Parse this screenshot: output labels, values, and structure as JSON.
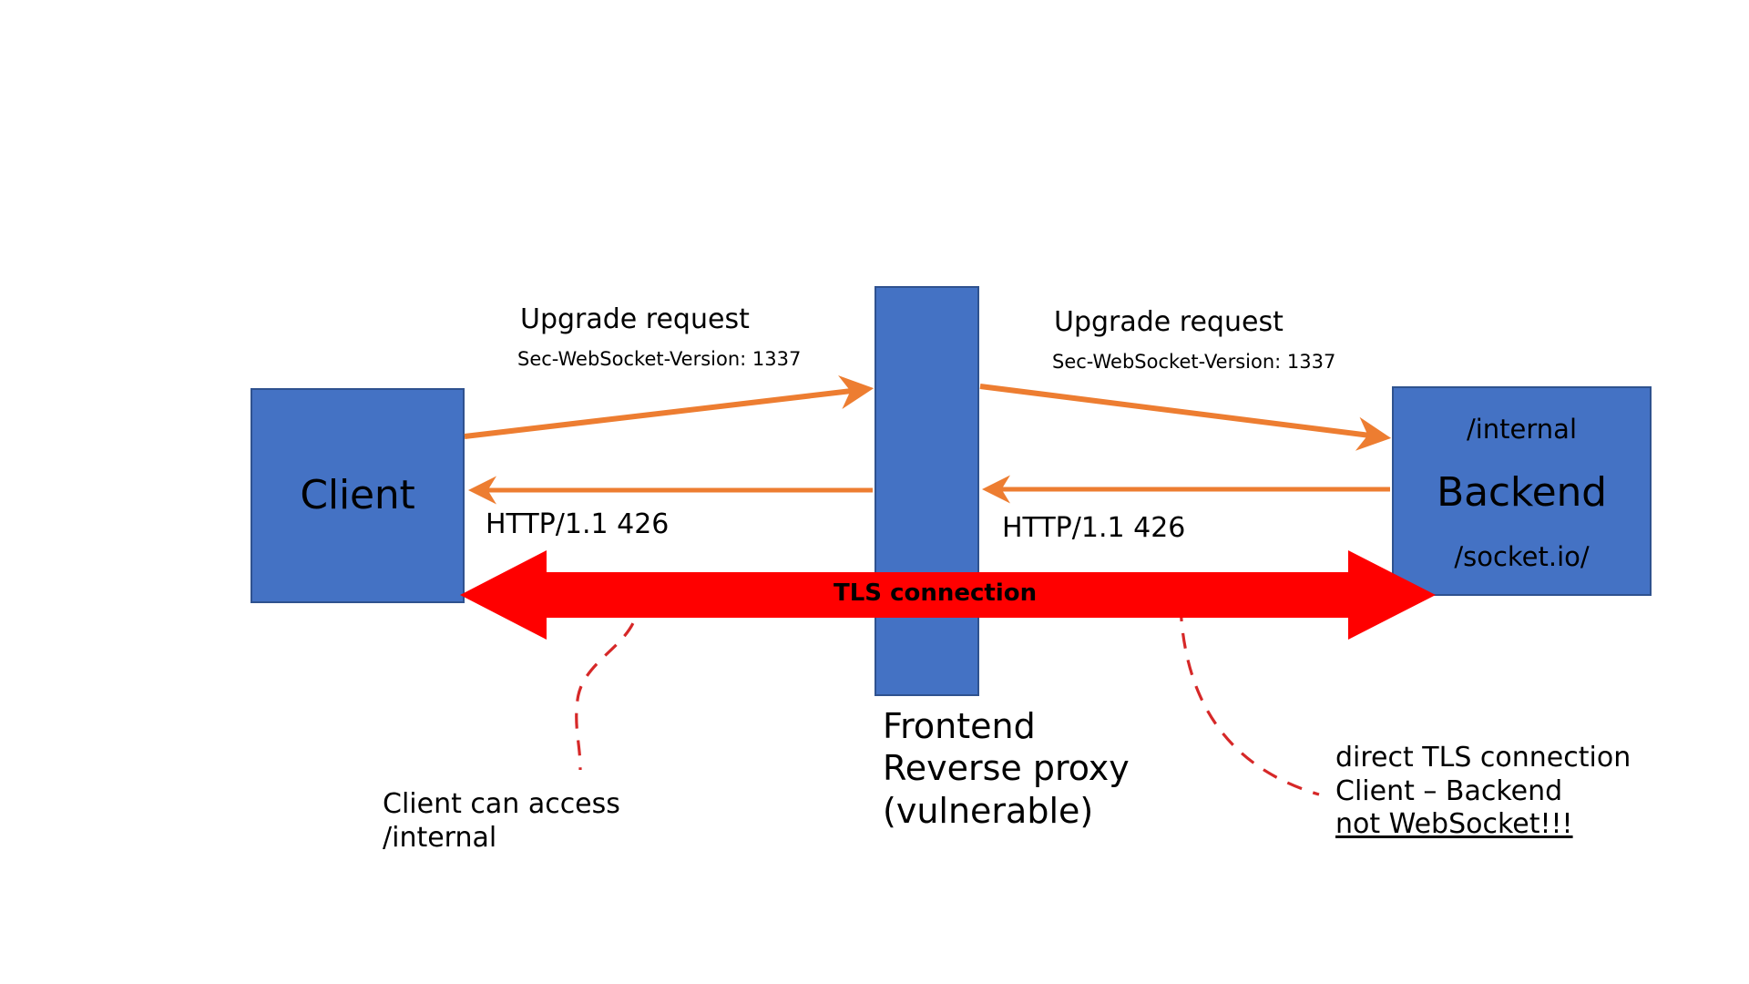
{
  "diagram": {
    "title": "WebSocket reverse proxy bypass data flow",
    "colors": {
      "node_fill": "#4472C4",
      "node_stroke": "#2F528F",
      "request_arrow": "#ED7D31",
      "tls_arrow": "#FF0000",
      "annotation_line": "#D62828",
      "text": "#000000",
      "background": "#FFFFFF"
    }
  },
  "nodes": {
    "client": {
      "title": "Client"
    },
    "frontend": {
      "caption": "Frontend\nReverse proxy\n(vulnerable)"
    },
    "backend": {
      "path_top": "/internal",
      "title": "Backend",
      "path_bottom": "/socket.io/"
    }
  },
  "flows": {
    "upgrade_left": {
      "title": "Upgrade request",
      "header": "Sec-WebSocket-Version: 1337"
    },
    "upgrade_right": {
      "title": "Upgrade request",
      "header": "Sec-WebSocket-Version: 1337"
    },
    "response_left": {
      "status": "HTTP/1.1 426"
    },
    "response_right": {
      "status": "HTTP/1.1 426"
    },
    "tls": {
      "label": "TLS connection"
    }
  },
  "annotations": {
    "client_note": "Client can access\n/internal",
    "backend_note_line1": "direct TLS connection",
    "backend_note_line2": "Client – Backend",
    "backend_note_line3": "not WebSocket!!!"
  }
}
